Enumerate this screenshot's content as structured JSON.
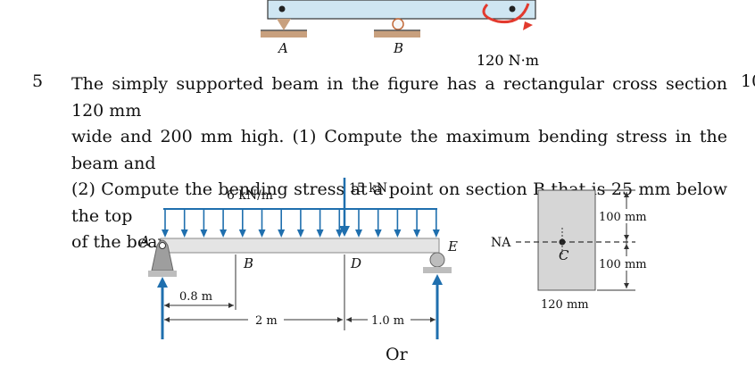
{
  "top_figure": {
    "label_A": "A",
    "label_B": "B",
    "moment_label": "120 N·m",
    "colors": {
      "beam": "#cfe6f2",
      "support": "#c8a07e",
      "moment_arrow": "#e23a2e"
    }
  },
  "question": {
    "number": "5",
    "right_margin_number": "10",
    "lines": [
      "The simply supported beam in the figure has a rectangular cross section 120 mm",
      "wide and 200 mm high. (1) Compute the maximum bending stress in the beam and",
      "(2) Compute the bending stress at a point on section B that is 25 mm below the top",
      "of the beam."
    ]
  },
  "beam_figure": {
    "distributed_load": "6 kN/m",
    "point_load": "15 kN",
    "point_A": "A",
    "point_B": "B",
    "point_D": "D",
    "point_E": "E",
    "dim_1": "0.8 m",
    "dim_2": "2 m",
    "dim_3": "1.0 m",
    "colors": {
      "arrow": "#1f6fae",
      "beam": "#e4e4e4",
      "support": "#999999"
    }
  },
  "section_figure": {
    "na_label": "NA",
    "centroid_label": "C",
    "dim_top": "100 mm",
    "dim_bottom": "100 mm",
    "dim_width": "120 mm",
    "colors": {
      "section": "#d6d6d6"
    }
  },
  "alt": {
    "or_text": "Or"
  }
}
